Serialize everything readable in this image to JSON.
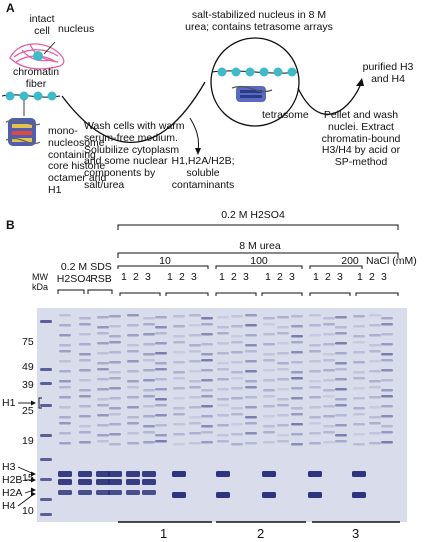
{
  "panel_a": {
    "label": "A",
    "intact_cell": "intact\ncell",
    "nucleus": "nucleus",
    "chromatin_fiber": "chromatin\nfiber",
    "mononucleosome": "mono-\nnucleosome\ncontaining\ncore histone\noctamer and\nH1",
    "wash_step": "Wash cells with warm\nserum-free medium.\nSolubilize cytoplasm\nand some nuclear\ncomponents by\nsalt/urea",
    "salt_nucleus": "salt-stabilized nucleus in 8 M\nurea; contains tetrasome arrays",
    "tetrasome": "tetrasome",
    "soluble": "H1,H2A/H2B;\nsoluble\ncontaminants",
    "pellet_step": "Pellet and wash\nnuclei. Extract\nchromatin-bound\nH3/H4 by acid or\nSP-method",
    "purified": "purified H3\nand H4"
  },
  "panel_b": {
    "label": "B",
    "h2so4_top": "0.2 M H2SO4",
    "urea": "8 M urea",
    "nacl_10": "10",
    "nacl_100": "100",
    "nacl_200": "200",
    "nacl_unit": "NaCl (mM)",
    "lane_labels": [
      "1",
      "2",
      "3",
      "1",
      "2",
      "3",
      "1",
      "2",
      "3",
      "1",
      "2",
      "3",
      "1",
      "2",
      "3",
      "1",
      "2",
      "3"
    ],
    "h2so4_left": "0.2 M\nH2SO4",
    "sds_rsb": "SDS\nRSB",
    "mw_kda": "MW\nkDa",
    "mw_markers": [
      "75",
      "49",
      "39",
      "25",
      "19",
      "15",
      "10"
    ],
    "histones": [
      "H1",
      "H3",
      "H2B",
      "H2A",
      "H4"
    ],
    "groups": [
      "1",
      "2",
      "3"
    ]
  },
  "colors": {
    "gel_bg": "#d9dcea",
    "band": "#3a3f86",
    "histone_band": "#252a78",
    "nucleosome_teal": "#3cbcc8",
    "chromatin_pink": "#e65aa0"
  }
}
